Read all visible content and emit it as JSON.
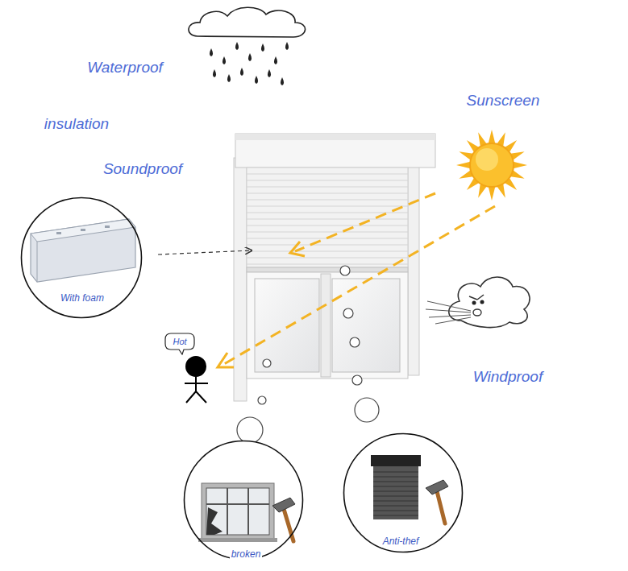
{
  "diagram": {
    "nodes": [
      {
        "text": [
          "With foam"
        ]
      },
      {
        "text": [
          "Hot"
        ]
      },
      {
        "text": [
          "broken"
        ]
      },
      {
        "text": [
          "Anti-thef"
        ]
      }
    ],
    "labels": [
      "Waterproof",
      "Sunscreen",
      "insulation",
      "Soundproof",
      "Windproof"
    ]
  }
}
